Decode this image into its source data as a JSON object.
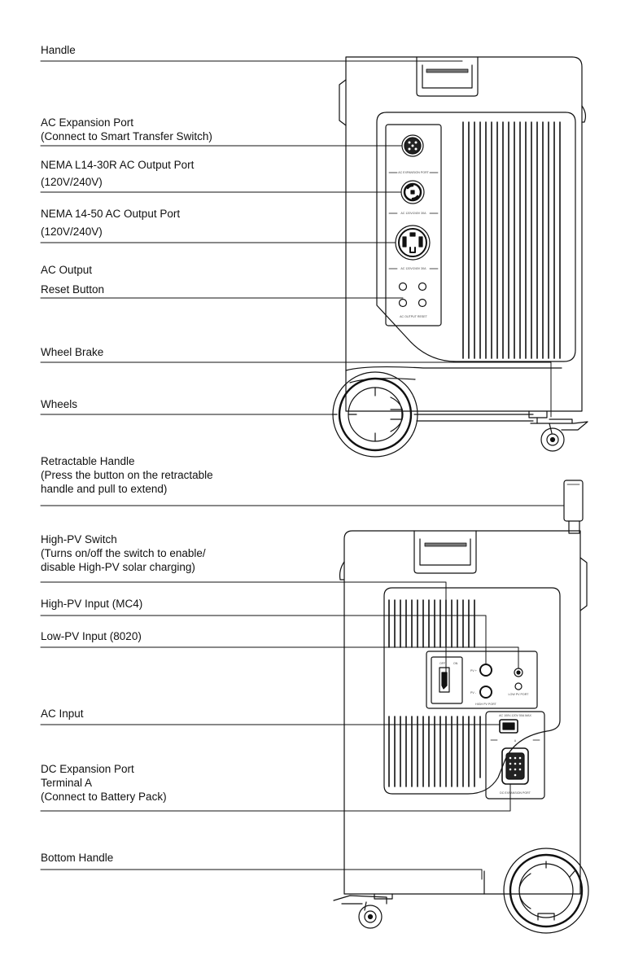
{
  "front_view": {
    "labels": [
      {
        "id": "handle",
        "lines": [
          "Handle"
        ]
      },
      {
        "id": "ac-expansion-port",
        "lines": [
          "AC Expansion Port",
          "(Connect to Smart Transfer Switch)"
        ]
      },
      {
        "id": "nema-l14-30r",
        "lines": [
          "NEMA L14-30R AC Output Port",
          "(120V/240V)"
        ]
      },
      {
        "id": "nema-14-50",
        "lines": [
          "NEMA 14-50 AC Output Port",
          "(120V/240V)"
        ]
      },
      {
        "id": "ac-output-reset",
        "lines": [
          "AC Output",
          "Reset Button"
        ]
      },
      {
        "id": "wheel-brake",
        "lines": [
          "Wheel Brake"
        ]
      },
      {
        "id": "wheels",
        "lines": [
          "Wheels"
        ]
      }
    ],
    "panel_text": {
      "expansion": "AC EXPANSION PORT",
      "l14": "AC 120V/240V 30A",
      "nema1450": "AC 120V/240V 30A",
      "reset": "AC OUTPUT RESET"
    }
  },
  "back_view": {
    "labels": [
      {
        "id": "retractable-handle",
        "lines": [
          "Retractable Handle",
          "(Press the button on the retractable",
          "handle and pull to extend)"
        ]
      },
      {
        "id": "high-pv-switch",
        "lines": [
          "High-PV Switch",
          "(Turns on/off the switch to enable/",
          "disable High-PV solar charging)"
        ]
      },
      {
        "id": "high-pv-input",
        "lines": [
          "High-PV Input (MC4)"
        ]
      },
      {
        "id": "low-pv-input",
        "lines": [
          "Low-PV Input (8020)"
        ]
      },
      {
        "id": "ac-input",
        "lines": [
          "AC Input"
        ]
      },
      {
        "id": "dc-expansion-port",
        "lines": [
          "DC Expansion Port",
          "Terminal A",
          "(Connect to Battery Pack)"
        ]
      },
      {
        "id": "bottom-handle",
        "lines": [
          "Bottom Handle"
        ]
      }
    ],
    "panel_text": {
      "switch_off": "OFF",
      "switch_on": "ON",
      "pv_plus": "PV +",
      "pv_minus": "PV -",
      "high_pv": "HIGH PV PORT",
      "low_pv": "LOW PV PORT",
      "ac_in": "AC 100V-120V 50A MAX",
      "dc_port_letter": "A",
      "dc_port": "DC EXPANSION PORT"
    }
  }
}
